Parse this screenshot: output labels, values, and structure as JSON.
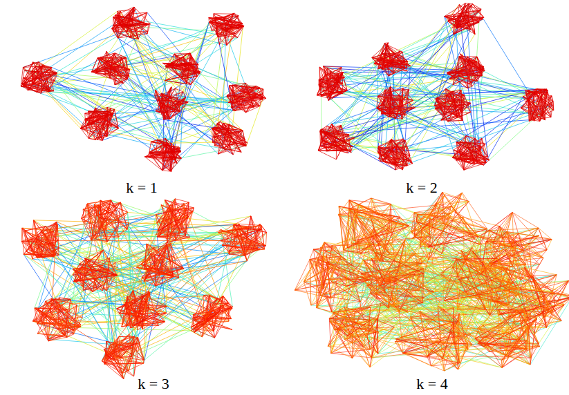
{
  "diagram": {
    "labels": [
      "k = 1",
      "k = 2",
      "k = 3",
      "k = 4"
    ]
  }
}
